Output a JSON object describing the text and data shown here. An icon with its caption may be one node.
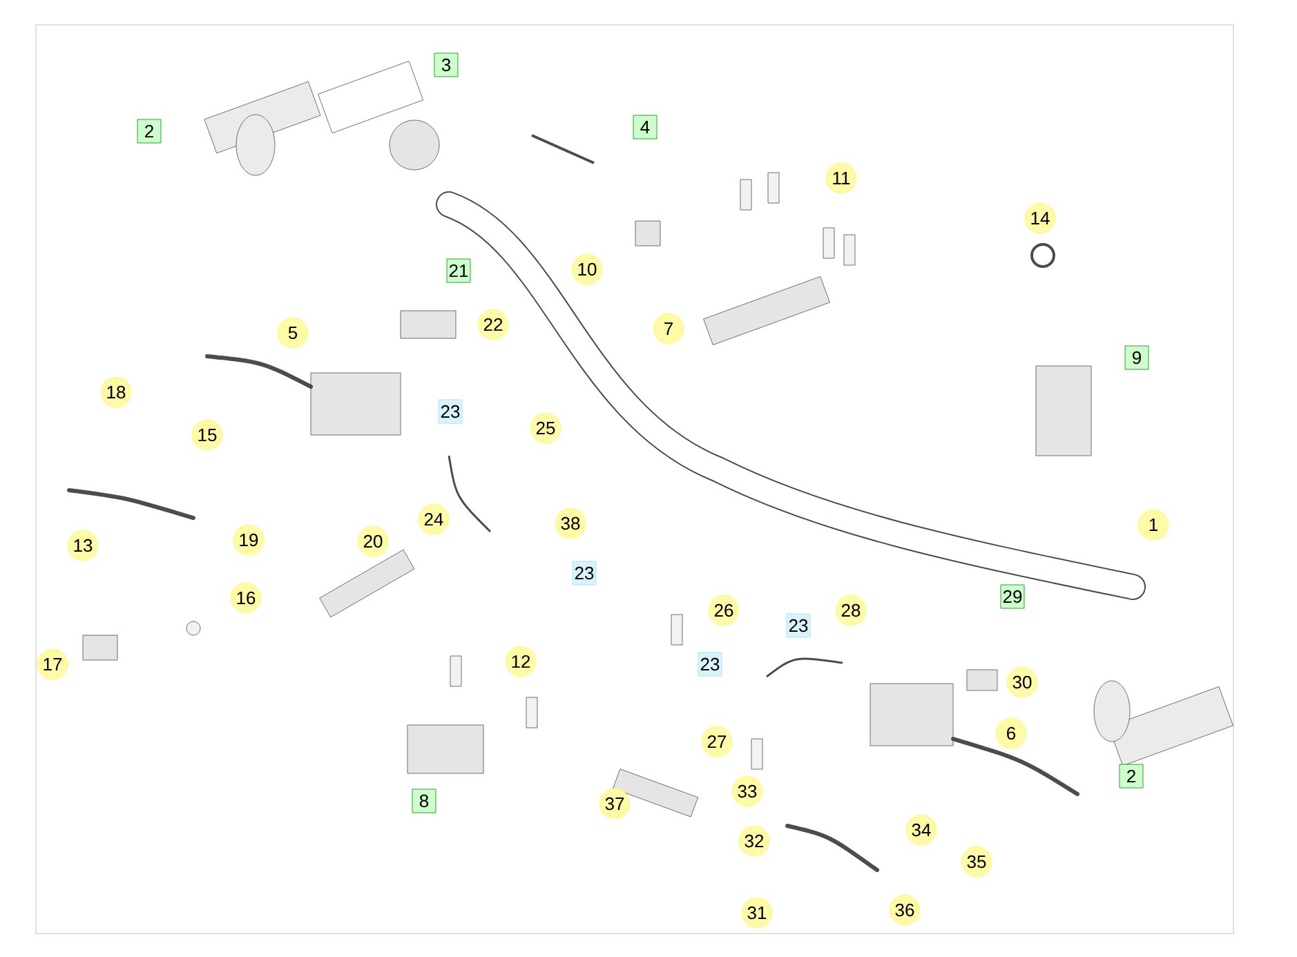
{
  "diagram": {
    "labels": [
      "3",
      "2",
      "4",
      "11",
      "14",
      "10",
      "21",
      "22",
      "7",
      "5",
      "9",
      "18",
      "23",
      "25",
      "15",
      "24",
      "38",
      "1",
      "13",
      "19",
      "20",
      "23",
      "29",
      "16",
      "26",
      "28",
      "23",
      "12",
      "23",
      "17",
      "30",
      "6",
      "27",
      "2",
      "33",
      "8",
      "37",
      "34",
      "32",
      "35",
      "36",
      "31"
    ]
  }
}
